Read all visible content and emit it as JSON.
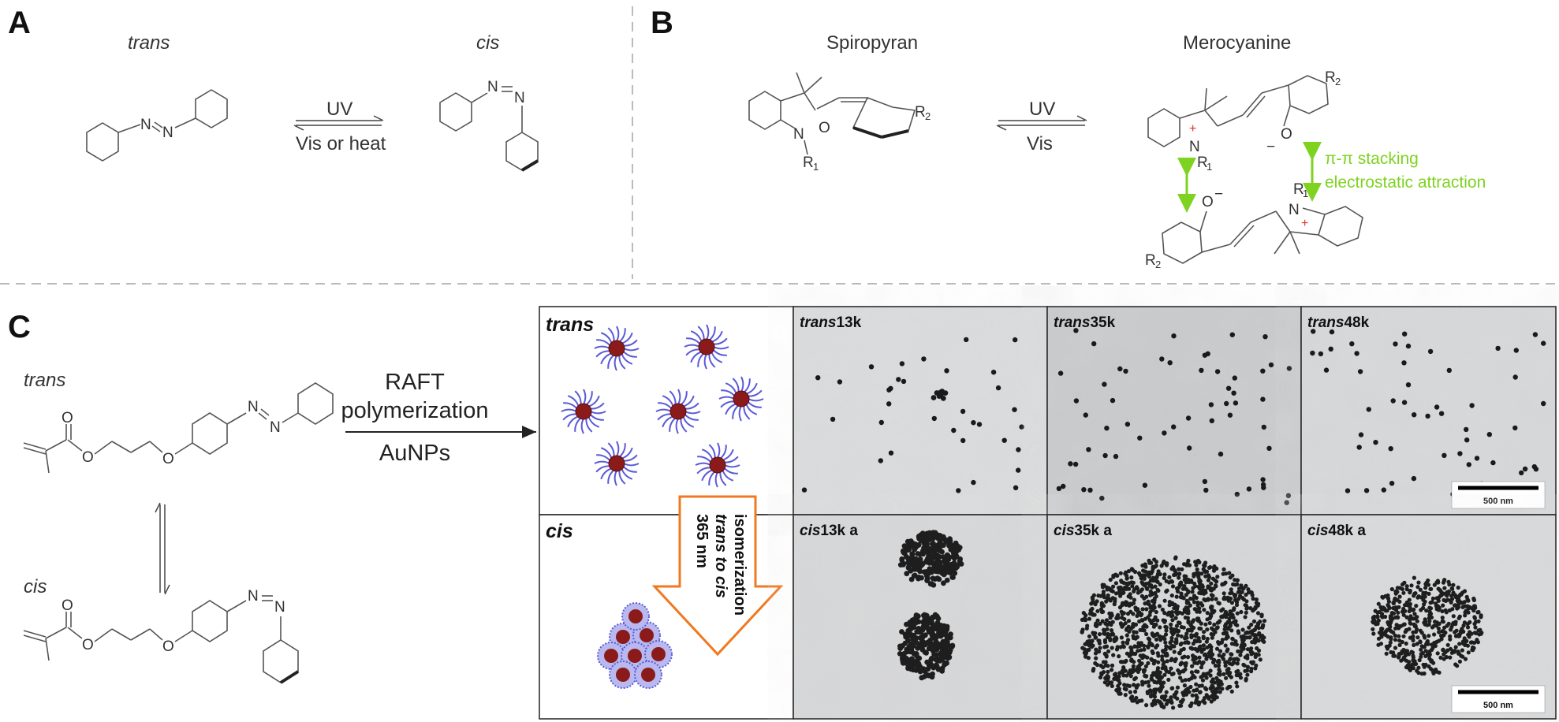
{
  "panels": {
    "a": {
      "letter": "A",
      "trans_label": "trans",
      "cis_label": "cis",
      "forward_label": "UV",
      "reverse_label": "Vis or heat",
      "atom_n": "N"
    },
    "b": {
      "letter": "B",
      "spiropyran_label": "Spiropyran",
      "merocyanine_label": "Merocyanine",
      "forward_label": "UV",
      "reverse_label": "Vis",
      "interaction_label_1": "π-π stacking",
      "interaction_label_2": "electrostatic attraction",
      "atom_o": "O",
      "atom_n": "N",
      "atom_r": "R",
      "sub_1": "1",
      "sub_2": "2",
      "plus": "+",
      "minus": "−"
    },
    "c": {
      "letter": "C",
      "trans_label": "trans",
      "cis_label": "cis",
      "reaction_line_1": "RAFT",
      "reaction_line_2": "polymerization",
      "reaction_line_3": "AuNPs",
      "atom_o": "O",
      "atom_n": "N",
      "box_trans_title": "trans",
      "box_cis_title": "cis",
      "isomerization_line_1": "365 nm",
      "isomerization_line_2": "trans to cis",
      "isomerization_line_3": "isomerization"
    }
  },
  "tem_images": [
    {
      "prefix": "trans",
      "suffix": "13k"
    },
    {
      "prefix": "trans",
      "suffix": "35k"
    },
    {
      "prefix": "trans",
      "suffix": "48k"
    },
    {
      "prefix": "cis",
      "suffix": "13k a"
    },
    {
      "prefix": "cis",
      "suffix": "35k a"
    },
    {
      "prefix": "cis",
      "suffix": "48k a"
    }
  ],
  "scale_bar_label": "500 nm",
  "colors": {
    "nanoparticle_core": "#8b1a1a",
    "polymer_chain": "#5a5ad8",
    "arrow_orange": "#f07820",
    "green_accent": "#7ed321",
    "charge_red": "#e0342a",
    "divider_gray": "#bbbbbb"
  }
}
